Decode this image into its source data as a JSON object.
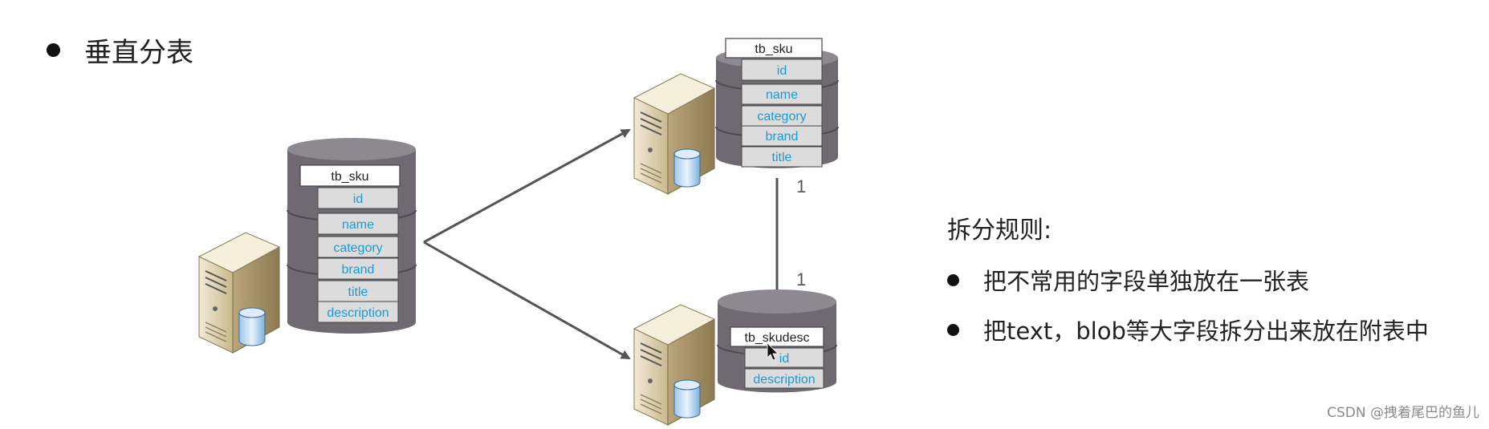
{
  "title": "垂直分表",
  "source_table": {
    "name": "tb_sku",
    "fields": [
      "id",
      "name",
      "category",
      "brand",
      "title",
      "description"
    ]
  },
  "split_table_1": {
    "name": "tb_sku",
    "fields": [
      "id",
      "name",
      "category",
      "brand",
      "title"
    ]
  },
  "split_table_2": {
    "name": "tb_skudesc",
    "fields": [
      "id",
      "description"
    ]
  },
  "relation": {
    "top": "1",
    "bottom": "1"
  },
  "rules": {
    "title": "拆分规则:",
    "items": [
      "把不常用的字段单独放在一张表",
      "把text，blob等大字段拆分出来放在附表中"
    ]
  },
  "watermark": "CSDN @拽着尾巴的鱼儿",
  "colors": {
    "field_text": "#1a9ad9",
    "db_body": "#6f6a72",
    "arrow": "#555555"
  }
}
